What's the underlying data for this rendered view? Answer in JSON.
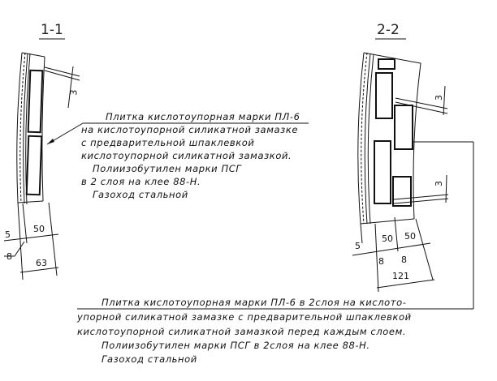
{
  "section_1": {
    "title": "1-1",
    "dims": {
      "gap": "3",
      "d5": "5",
      "d50": "50",
      "d8": "8",
      "total": "63"
    },
    "note": [
      "Плитка кислотоупорная марки ПЛ-6",
      "на кислотоупорной силикатной замазке",
      "с предварительной шпаклевкой",
      "кислотоупорной силикатной замазкой.",
      "Полиизобутилен марки ПСГ",
      "в 2 слоя на клее 88-Н.",
      "Газоход стальной"
    ]
  },
  "section_2": {
    "title": "2-2",
    "dims": {
      "gap_top": "3",
      "gap_bottom": "3",
      "d5": "5",
      "d50a": "50",
      "d50b": "50",
      "d8a": "8",
      "d8b": "8",
      "total": "121"
    },
    "note": [
      "Плитка кислотоупорная марки ПЛ-6 в 2слоя на кислото-",
      "упорной силикатной замазке с предварительной шпаклевкой",
      "кислотоупорной силикатной замазкой перед каждым слоем.",
      "Полиизобутилен марки ПСГ в 2слоя на клее 88-Н.",
      "Газоход стальной"
    ]
  }
}
